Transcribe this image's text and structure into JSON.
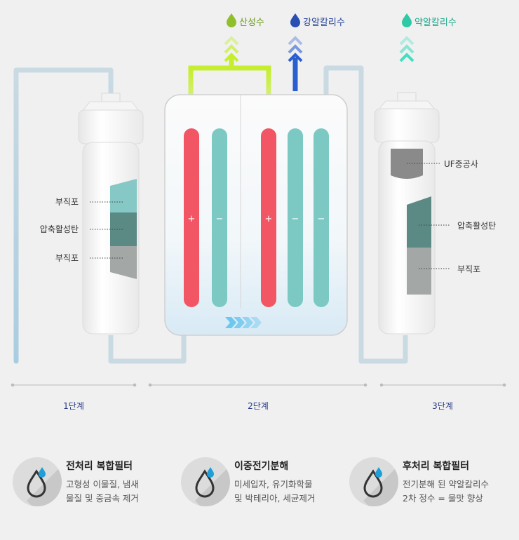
{
  "outputs": {
    "acidic": "산성수",
    "strong_alkaline": "강알칼리수",
    "weak_alkaline": "약알칼리수"
  },
  "stage1": {
    "labels": [
      "부직포",
      "압축활성탄",
      "부직포"
    ]
  },
  "stage2": {
    "electrodes": [
      "+",
      "−",
      "+",
      "−",
      "−"
    ]
  },
  "stage3": {
    "labels": [
      "UF중공사",
      "압축활성탄",
      "부직포"
    ]
  },
  "steps": [
    "1단계",
    "2단계",
    "3단계"
  ],
  "cards": [
    {
      "title": "전처리 복합필터",
      "lines": [
        "고형성 이물질, 냄새",
        "물질 및 중금속 제거"
      ],
      "icon": "water-drop-icon"
    },
    {
      "title": "이중전기분해",
      "lines": [
        "미세입자, 유기화학물",
        "및 박테리아, 세균제거"
      ],
      "icon": "water-drop-icon"
    },
    {
      "title": "후처리 복합필터",
      "lines": [
        "전기분해 된 약알칼리수",
        "2차 정수 = 물맛 향상"
      ],
      "icon": "water-drop-icon"
    }
  ],
  "colors": {
    "pipe": "#c9dae3",
    "acid": "#c4ee2e",
    "strong": "#2a5fd0",
    "weak": "#3fe0c0",
    "positive": "#f25563",
    "negative": "#7cc9c4",
    "step_text": "#2b3d87"
  }
}
